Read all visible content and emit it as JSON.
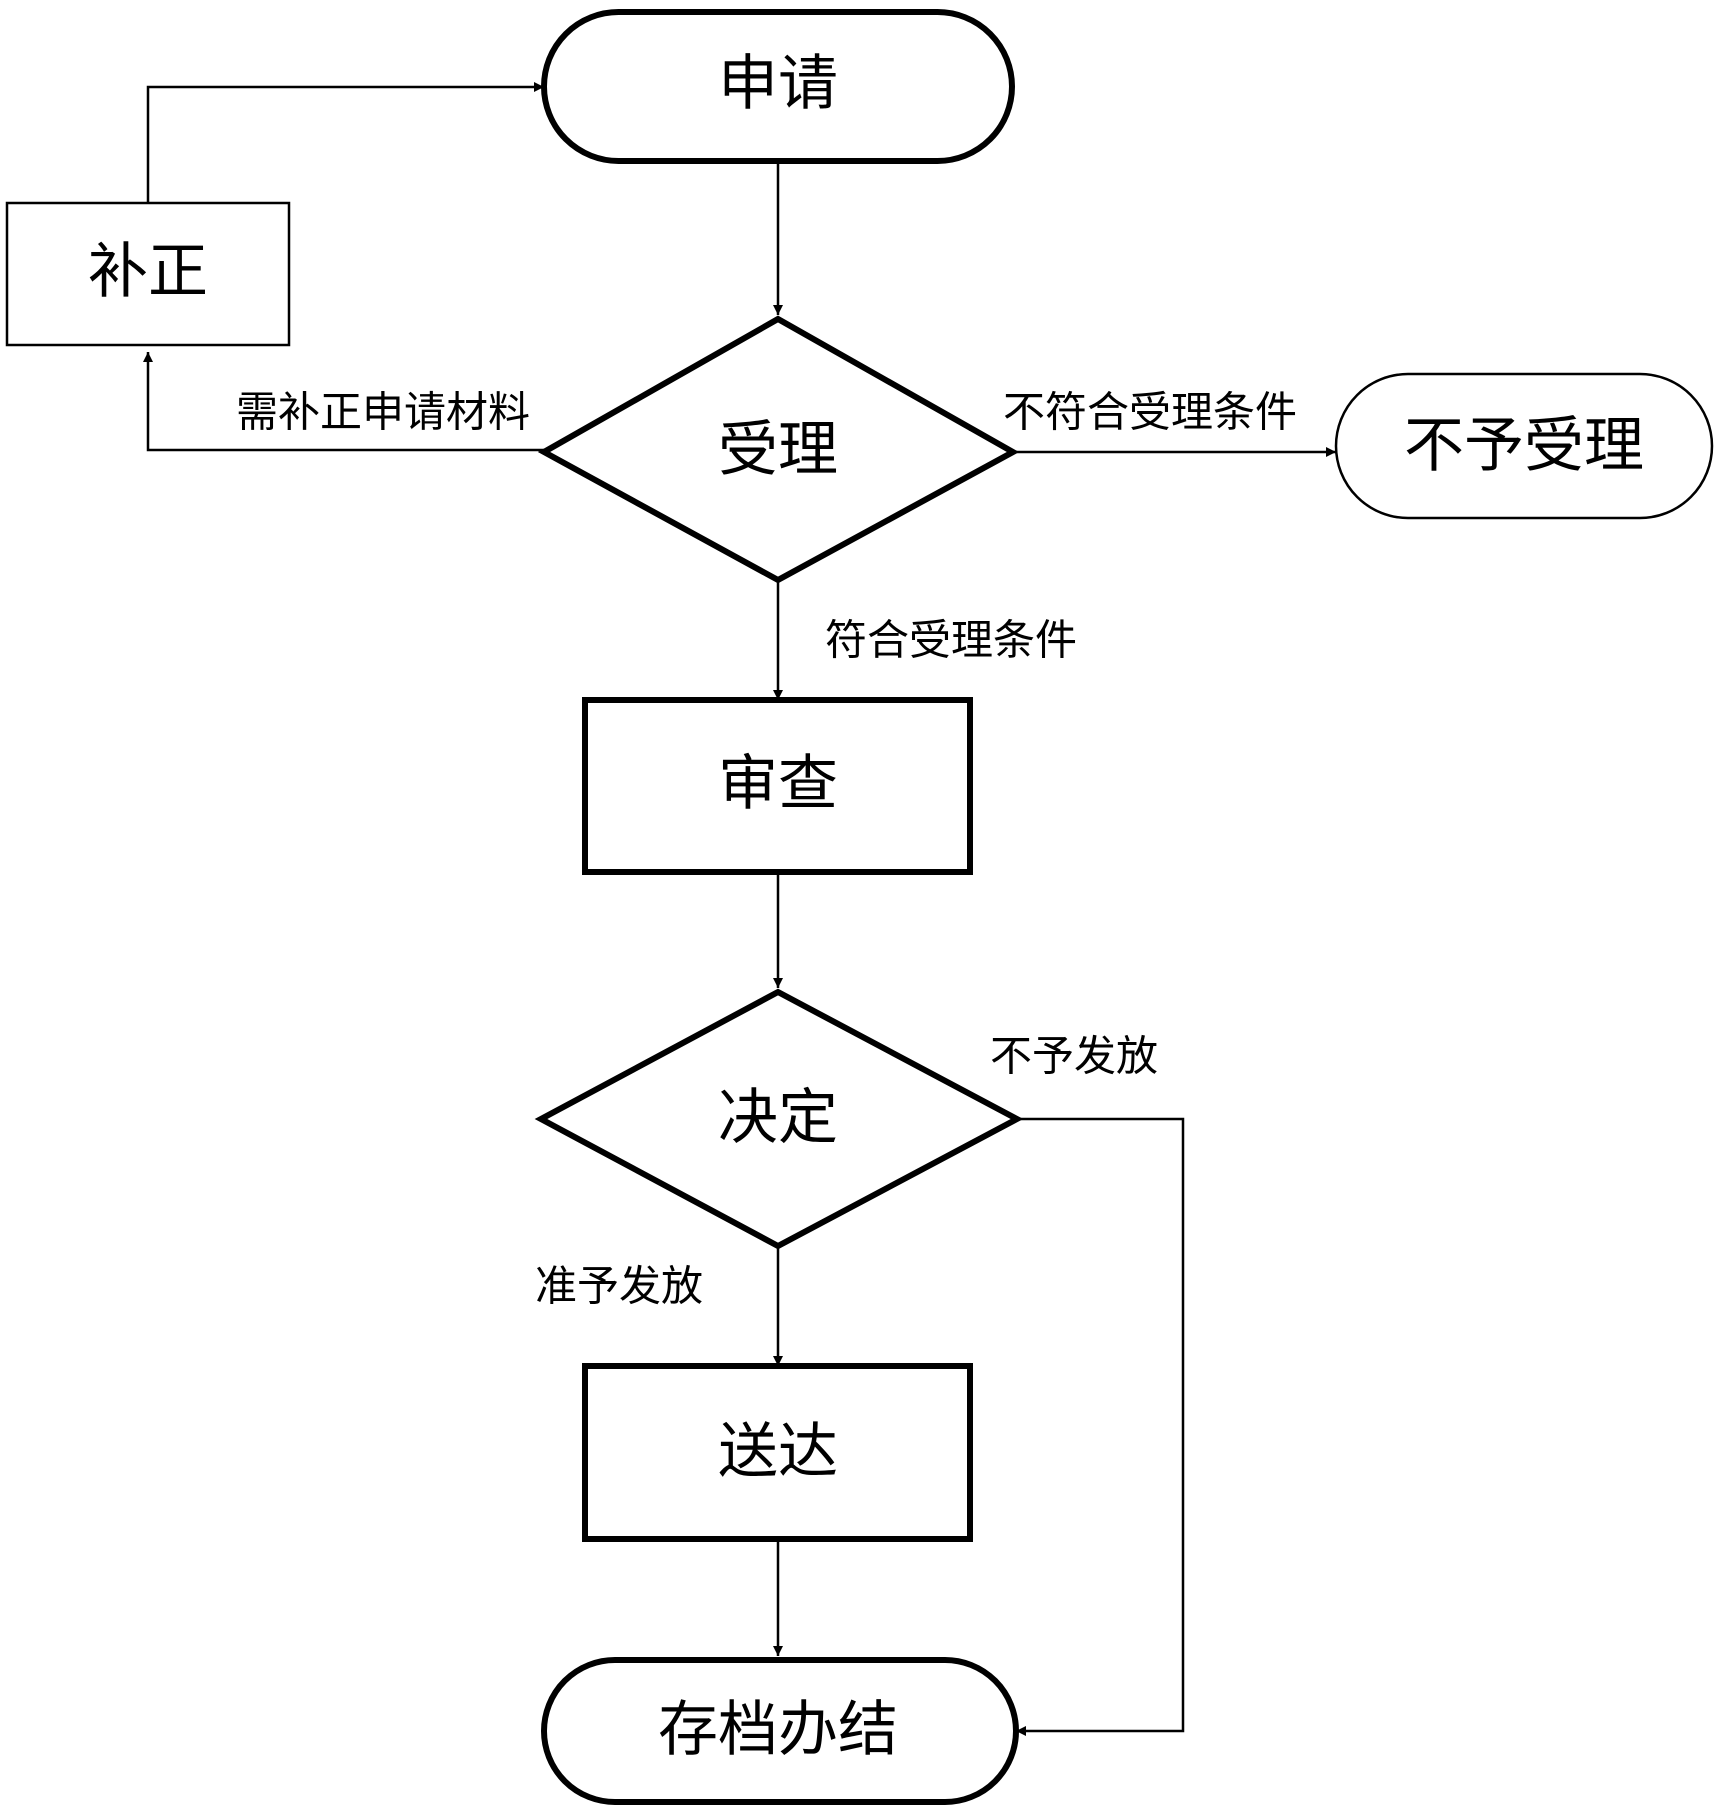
{
  "nodes": {
    "apply": "申请",
    "correction": "补正",
    "accept": "受理",
    "reject": "不予受理",
    "review": "审查",
    "decision": "决定",
    "deliver": "送达",
    "archive": "存档办结"
  },
  "edges": {
    "need_correction": "需补正申请材料",
    "not_eligible": "不符合受理条件",
    "eligible": "符合受理条件",
    "not_granted": "不予发放",
    "granted": "准予发放"
  },
  "colors": {
    "stroke": "#000000",
    "background": "#ffffff"
  }
}
